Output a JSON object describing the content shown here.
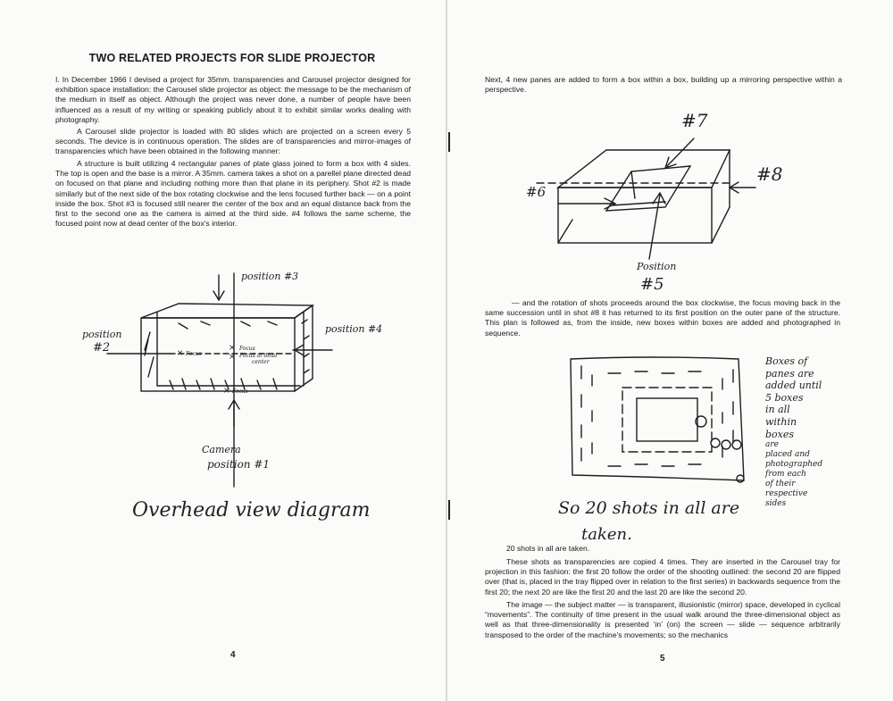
{
  "left_page": {
    "title": "TWO RELATED PROJECTS FOR SLIDE PROJECTOR",
    "paragraphs": [
      "I.       In December 1966 I devised a project for 35mm. transparencies and Carousel projector designed for exhibition space installation: the Carousel slide projector as object: the message to be the mechanism of the medium in itself as object. Although the project was never done, a number of people have been influenced as a result of my writing or speaking publicly about it to exhibit similar works dealing with photography.",
      "A Carousel slide projector is loaded with 80 slides which are projected on a screen every 5 seconds. The device is in continuous operation. The slides are of transparencies and mirror-images of transparencies which have been obtained in the following manner:",
      "A structure is built utilizing 4 rectangular panes of plate glass joined to form a box with 4 sides. The top is open and the base is a mirror. A 35mm. camera takes a shot on a parellel plane directed dead on focused on that plane and including nothing more than that plane in its periphery. Shot #2 is made similarly but of the next side of the box rotating clockwise and the lens focused further back — on a point inside the box. Shot #3 is focused still nearer the center of the box and an equal distance back from the first to the second one as the camera is aimed at the third side. #4 follows the same scheme, the focused point now at dead center of the box's interior."
    ],
    "diagram": {
      "label_position3": "position #3",
      "label_position4": "position #4",
      "label_position2_a": "position",
      "label_position2_b": "#2",
      "label_camera_a": "Camera",
      "label_camera_b": "position #1",
      "label_focus": "Focus",
      "label_focus_center_a": "Focus at dead",
      "label_focus_center_b": "center",
      "label_x_focus_left": "Focus",
      "label_x_focus_bottom": "Focus"
    },
    "caption": "Overhead view diagram",
    "page_number": "4"
  },
  "right_page": {
    "paragraph_top": "Next, 4 new panes are added to form a box within a box, building up a mirroring perspective within a perspective.",
    "diagram": {
      "label_7": "#7",
      "label_8": "#8",
      "label_6": "#6",
      "label_position": "Position",
      "label_5": "#5"
    },
    "paragraph_middle": "— and the rotation of shots proceeds around the box clockwise, the focus moving back in the same succession until in shot #8 it has returned to its first position on the outer pane of the structure. This plan is followed as, from the inside, new boxes within boxes are added and photographed in sequence.",
    "side_note": [
      "Boxes of",
      "panes are",
      "added until",
      "5 boxes",
      "in all",
      "within",
      "boxes",
      "are",
      "placed and",
      "photographed",
      "from each",
      "of their",
      "respective",
      "sides"
    ],
    "handwritten_1": "So 20 shots in all are",
    "handwritten_2": "taken.",
    "paragraphs_bottom": [
      "20 shots in all are taken.",
      "These shots as transparencies are copied 4 times. They are inserted in the Carousel tray for projection in this fashion: the first 20 follow the order of the shooting outlined: the second 20 are flipped over (that is, placed in the tray flipped over in relation to the first series) in backwards sequence from the first 20; the next 20 are like the first 20 and the last 20 are like the second 20.",
      "The image — the subject matter — is transparent, illusionistic (mirror) space, developed in cyclical “movements”. The continuity of time present in the usual walk around the three-dimensional object as well as that three-dimensionality is presented ‘in’ (on) the screen — slide — sequence arbitrarily transposed to the order of the machine's movements; so the mechanics"
    ],
    "page_number": "5"
  }
}
